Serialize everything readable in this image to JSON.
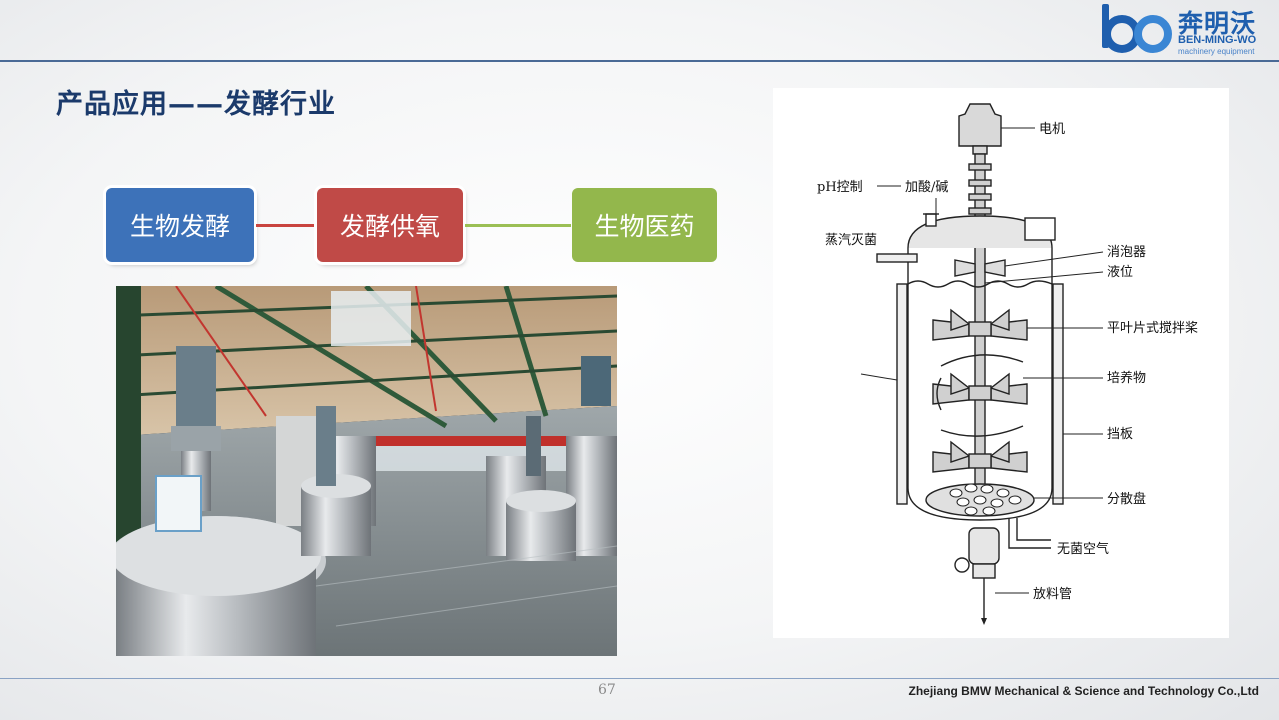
{
  "header": {
    "logo_cn": "奔明沃",
    "logo_en": "BEN-MING-WO",
    "logo_sub": "machinery equipment"
  },
  "title": "产品应用——发酵行业",
  "categories": [
    "生物发酵",
    "发酵供氧",
    "生物医药"
  ],
  "category_colors": [
    "#3d72b9",
    "#c04a47",
    "#93b74c"
  ],
  "diagram": {
    "labels": {
      "motor": "电机",
      "ph_control": "pH控制",
      "acid_base": "加酸/碱",
      "steam": "蒸汽灭菌",
      "defoamer": "消泡器",
      "level": "液位",
      "impeller": "平叶片式搅拌桨",
      "culture": "培养物",
      "baffle": "挡板",
      "sparger": "分散盘",
      "sterile_air": "无菌空气",
      "discharge": "放料管"
    }
  },
  "footer": {
    "page": "67",
    "company": "Zhejiang BMW Mechanical & Science and Technology Co.,Ltd"
  }
}
